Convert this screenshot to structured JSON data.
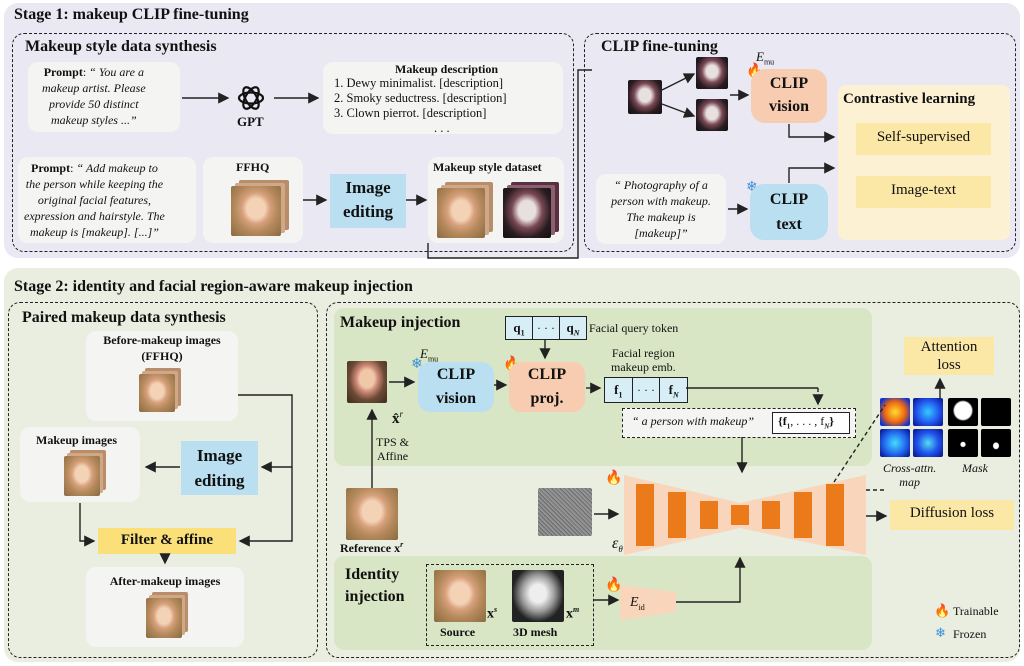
{
  "stage1": {
    "title": "Stage 1: makeup CLIP fine-tuning",
    "synthesis_title": "Makeup style data synthesis",
    "prompt1_label": "Prompt",
    "prompt1_lines": [
      "“ You are a",
      "makeup artist. Please",
      "provide 50 distinct",
      "makeup styles ...”"
    ],
    "gpt_label": "GPT",
    "makeup_desc_title": "Makeup description",
    "makeup_desc_items": [
      "1. Dewy minimalist. [description]",
      "2. Smoky seductress. [description]",
      "3. Clown pierrot. [description]",
      ". . ."
    ],
    "prompt2_label": "Prompt",
    "prompt2_lines": [
      "“ Add makeup to",
      "the person while keeping the",
      "original facial features,",
      "expression and hairstyle. The",
      "makeup is [makeup]. [...]”"
    ],
    "ffhq_label": "FFHQ",
    "image_editing_label": [
      "Image",
      "editing"
    ],
    "style_dataset_label": "Makeup style dataset",
    "clip_ft_title": "CLIP fine-tuning",
    "e_mu": "E",
    "e_mu_sub": "mu",
    "clip_vision_label": [
      "CLIP",
      "vision"
    ],
    "clip_text_label": [
      "CLIP",
      "text"
    ],
    "photo_prompt_lines": [
      "“ Photography of a",
      "person with makeup.",
      "The makeup is",
      "[makeup]”"
    ],
    "contrastive_title": "Contrastive learning",
    "self_supervised_label": "Self-supervised",
    "image_text_label": "Image-text"
  },
  "stage2": {
    "title": "Stage 2: identity and facial region-aware makeup injection",
    "paired_title": "Paired makeup data synthesis",
    "before_label": [
      "Before-makeup images",
      "(FFHQ)"
    ],
    "makeup_images_label": "Makeup images",
    "image_editing_label": [
      "Image",
      "editing"
    ],
    "filter_affine_label": "Filter & affine",
    "after_label": "After-makeup images",
    "makeup_injection_title": "Makeup injection",
    "e_mu": "E",
    "e_mu_sub": "mu",
    "clip_vision_label": [
      "CLIP",
      "vision"
    ],
    "clip_proj_label": [
      "CLIP",
      "proj."
    ],
    "query_token_label": "Facial query token",
    "query_tokens": [
      "q",
      "· · ·",
      "q"
    ],
    "query_subs": [
      "1",
      "",
      "N"
    ],
    "region_emb_label": [
      "Facial region",
      "makeup emb."
    ],
    "f_tokens": [
      "f",
      "· · ·",
      "f"
    ],
    "f_subs": [
      "1",
      "",
      "N"
    ],
    "x_hat": "x̂",
    "x_hat_sup": "r",
    "tps_label": [
      "TPS &",
      "Affine"
    ],
    "text_prompt": "“ a person with makeup”",
    "f_set": "{f",
    "f_set_mid": ", . . . , f",
    "f_set_end": "}",
    "reference_label": "Reference x",
    "reference_sup": "r",
    "eps_label": "ε",
    "eps_sub": "θ",
    "identity_title": [
      "Identity",
      "injection"
    ],
    "source_label": "Source",
    "xs": "x",
    "xs_sup": "s",
    "mesh_label": "3D mesh",
    "xm": "x",
    "xm_sup": "m",
    "e_id": "E",
    "e_id_sub": "id",
    "attention_loss_label": [
      "Attention",
      "loss"
    ],
    "cross_attn_label": [
      "Cross-attn.",
      "map"
    ],
    "mask_label": "Mask",
    "diffusion_loss_label": "Diffusion loss",
    "trainable_label": "Trainable",
    "frozen_label": "Frozen"
  },
  "colors": {
    "stage1_bg": "#eae8f2",
    "stage2_bg": "#e9eee0",
    "inner_green": "#d9e6c6",
    "blue_box": "#b9dff0",
    "yellow_box": "#fbe7a6",
    "peach_box": "#f8ccb0",
    "unet_orange": "#ea7a1a",
    "contrastive_bg": "#fdf1d4"
  },
  "icons": [
    "fire-icon",
    "snowflake-icon",
    "openai-logo-icon"
  ]
}
